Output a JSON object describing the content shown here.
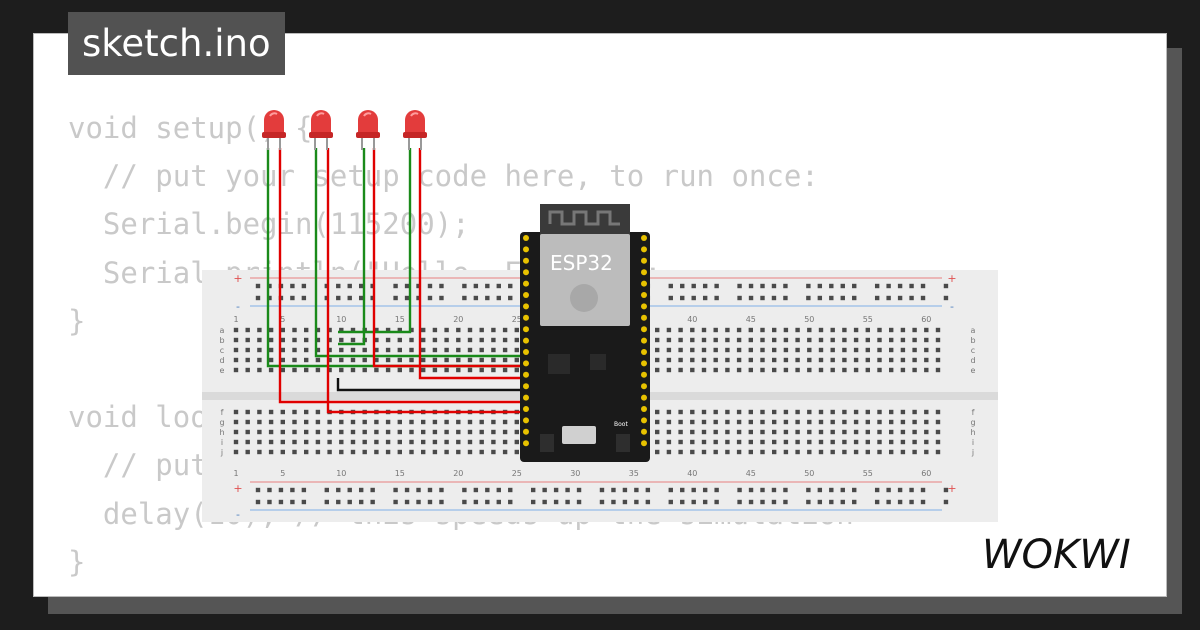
{
  "file_tab": {
    "title": "sketch.ino"
  },
  "code_lines": [
    "void setup() {",
    "  // put your setup code here, to run once:",
    "  Serial.begin(115200);",
    "  Serial.println(\"Hello, ESP32!\");",
    "}",
    "",
    "void loop() {",
    "  // put your main code here, to run repeatedly:",
    "  delay(10); // this speeds up the simulation",
    "}"
  ],
  "board": {
    "label": "ESP32",
    "boot_label": "Boot"
  },
  "breadboard": {
    "rows_top": [
      "a",
      "b",
      "c",
      "d",
      "e"
    ],
    "rows_bottom": [
      "f",
      "g",
      "h",
      "i",
      "j"
    ],
    "column_numbers": [
      "1",
      "5",
      "10",
      "15",
      "20",
      "25",
      "30",
      "35",
      "40",
      "45",
      "50",
      "55",
      "60"
    ],
    "rail_plus": "+",
    "rail_minus": "-"
  },
  "brand": {
    "name": "WOKWI"
  },
  "colors": {
    "led": "#e33c3c",
    "wire_green": "#1a8a1a",
    "wire_red": "#e00000",
    "wire_black": "#111111",
    "code": "#c9c9c9"
  }
}
